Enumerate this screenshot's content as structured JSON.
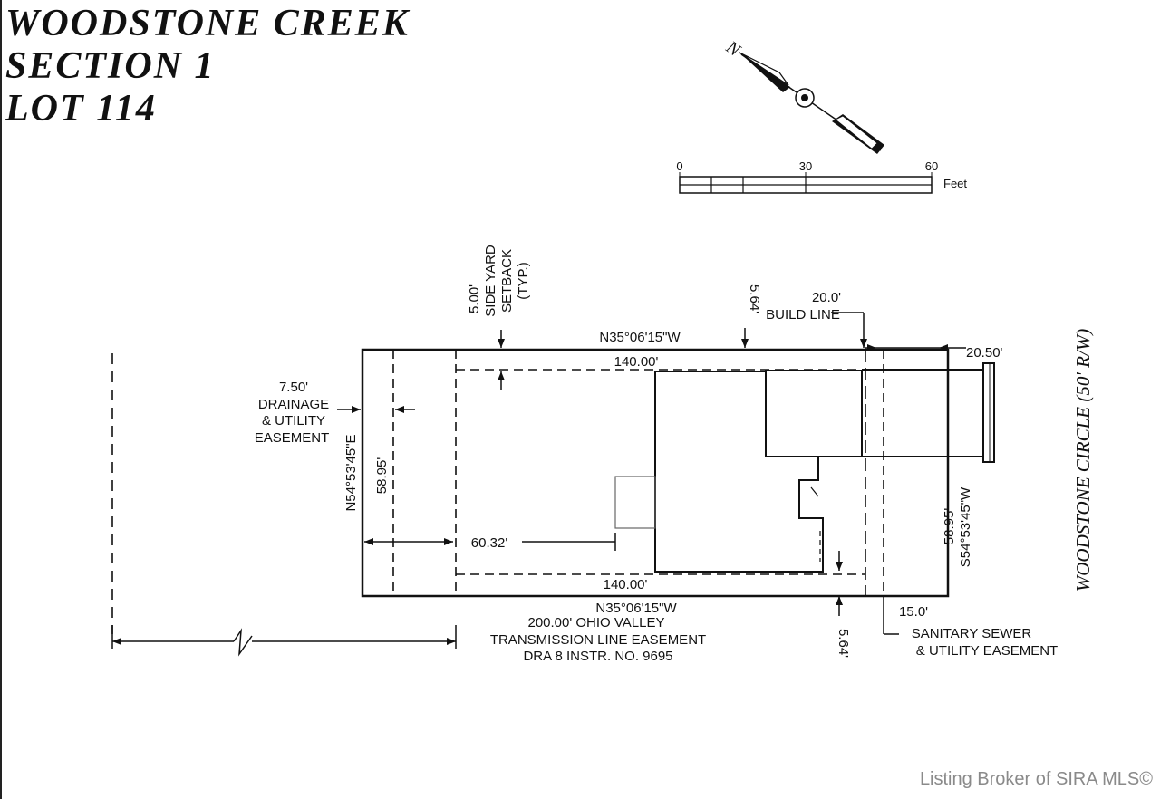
{
  "title": {
    "line1": "WOODSTONE CREEK",
    "line2": "SECTION 1",
    "line3": "LOT 114"
  },
  "north_arrow": {
    "letter": "N"
  },
  "scale_bar": {
    "tick_0": "0",
    "tick_30": "30",
    "tick_60": "60",
    "unit": "Feet"
  },
  "labels": {
    "setback_value": "5.00'",
    "setback_line1": "SIDE YARD",
    "setback_line2": "SETBACK",
    "setback_line3": "(TYP.)",
    "top_offset": "5.64'",
    "build_line_value": "20.0'",
    "build_line_text": "BUILD LINE",
    "top_bearing": "N35°06'15\"W",
    "top_setback_dist": "140.00'",
    "right_dist": "20.50'",
    "drainage_value": "7.50'",
    "drainage_line1": "DRAINAGE",
    "drainage_line2": "& UTILITY",
    "drainage_line3": "EASEMENT",
    "left_bearing": "N54°53'45\"E",
    "left_dist": "58.95'",
    "rear_dist": "60.32'",
    "bottom_setback_dist": "140.00'",
    "bottom_bearing": "N35°06'15\"W",
    "ohio_line1": "200.00' OHIO VALLEY",
    "ohio_line2": "TRANSMISSION LINE EASEMENT",
    "ohio_line3": "DRA 8 INSTR. NO. 9695",
    "bottom_offset": "5.64'",
    "sewer_value": "15.0'",
    "sewer_line1": "SANITARY SEWER",
    "sewer_line2": "& UTILITY EASEMENT",
    "right_side_dist": "58.95'",
    "right_bearing": "S54°53'45\"W",
    "street": "WOODSTONE CIRCLE (50' R/W)"
  },
  "footer": {
    "watermark": "Listing Broker of SIRA MLS©"
  }
}
